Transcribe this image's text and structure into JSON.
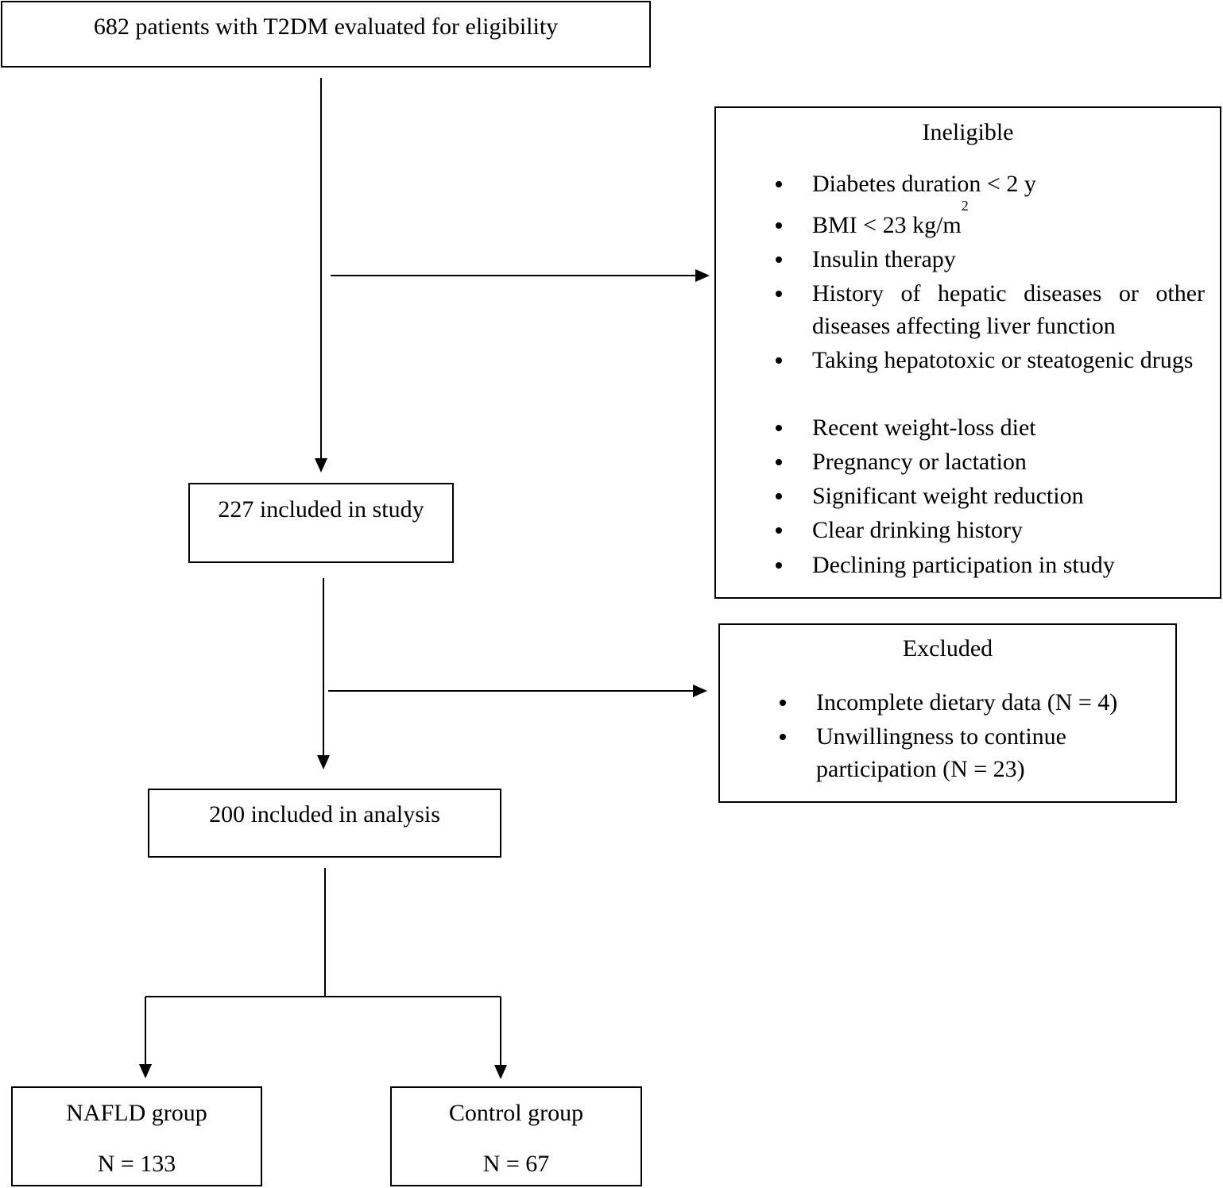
{
  "top_box": {
    "text": "682 patients with T2DM evaluated for eligibility"
  },
  "ineligible": {
    "title": "Ineligible",
    "items": [
      "Diabetes duration < 2 y",
      "BMI < 23 kg/m",
      "Insulin therapy",
      "History of hepatic diseases or other diseases affecting liver function",
      "Taking hepatotoxic or steatogenic drugs",
      "Recent weight-loss diet",
      "Pregnancy or lactation",
      "Significant weight reduction",
      "Clear drinking history",
      "Declining participation in study"
    ],
    "bmi_superscript": "2"
  },
  "included_study": {
    "text": "227 included in study"
  },
  "excluded": {
    "title": "Excluded",
    "items": [
      "Incomplete dietary data (N = 4)",
      "Unwillingness to continue participation (N = 23)"
    ]
  },
  "included_analysis": {
    "text": "200 included in analysis"
  },
  "nafld_group": {
    "label": "NAFLD group",
    "count": "N = 133"
  },
  "control_group": {
    "label": "Control group",
    "count": "N = 67"
  }
}
